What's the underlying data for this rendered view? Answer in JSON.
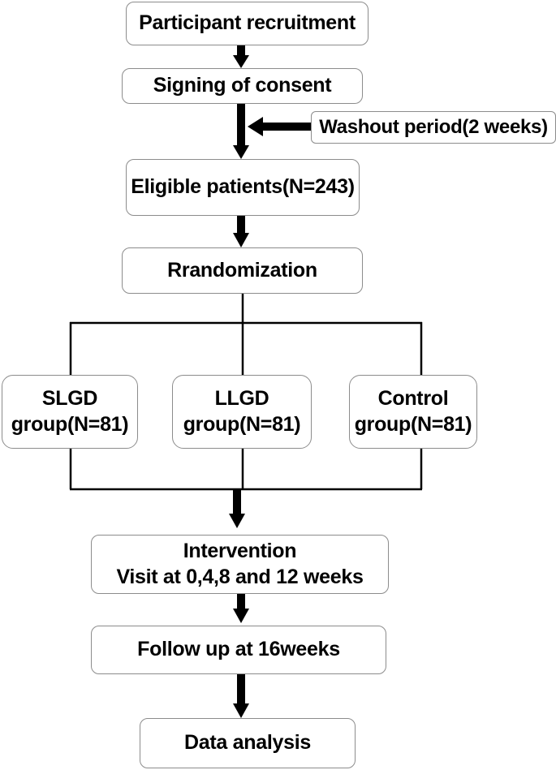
{
  "nodes": {
    "recruitment": "Participant recruitment",
    "consent": "Signing of consent",
    "washout": "Washout period(2 weeks)",
    "eligible": "Eligible patients(N=243)",
    "randomization": "Rrandomization",
    "slgd": {
      "line1": "SLGD",
      "line2": "group(N=81)"
    },
    "llgd": {
      "line1": "LLGD",
      "line2": "group(N=81)"
    },
    "control": {
      "line1": "Control",
      "line2": "group(N=81)"
    },
    "intervention": {
      "line1": "Intervention",
      "line2": "Visit at 0,4,8 and 12 weeks"
    },
    "followup": "Follow up at 16weeks",
    "analysis": "Data analysis"
  },
  "colors": {
    "box_border": "#8c8c8c",
    "line": "#000000",
    "text": "#000000"
  }
}
